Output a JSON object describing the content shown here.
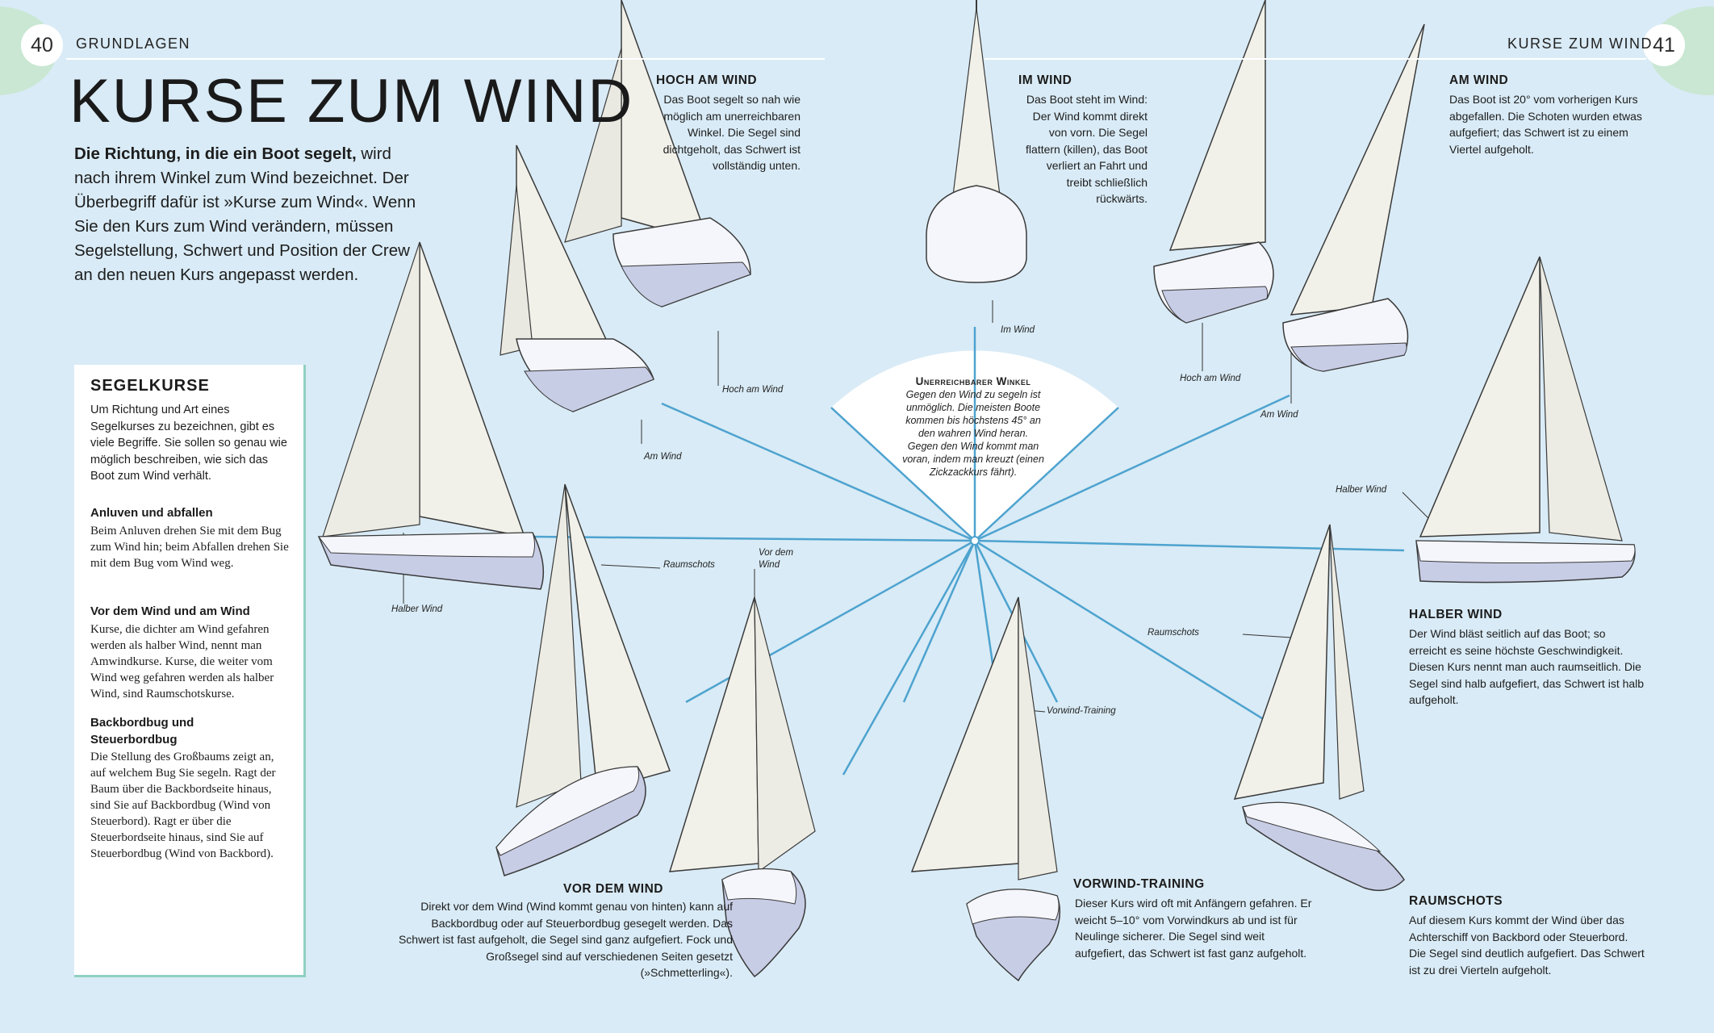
{
  "page": {
    "left_number": "40",
    "right_number": "41",
    "left_running_head": "GRUNDLAGEN",
    "right_running_head": "KURSE ZUM WIND",
    "title": "KURSE ZUM WIND",
    "intro_bold": "Die Richtung, in die ein Boot segelt,",
    "intro_rest": " wird nach ihrem Winkel zum Wind bezeichnet. Der Überbegriff dafür ist »Kurse zum Wind«. Wenn Sie den Kurs zum Wind verändern, müssen Segelstellung, Schwert und Position der Crew an den neuen Kurs angepasst werden."
  },
  "sidebar": {
    "heading": "SEGELKURSE",
    "intro": "Um Richtung und Art eines Segelkurses zu bezeichnen, gibt es viele Begriffe. Sie sollen so genau wie möglich beschreiben, wie sich das Boot zum Wind verhält.",
    "sections": [
      {
        "title": "Anluven und abfallen",
        "text": "Beim Anluven drehen Sie mit dem Bug zum Wind hin; beim Abfallen drehen Sie mit dem Bug vom Wind weg."
      },
      {
        "title": "Vor dem Wind und am Wind",
        "text": "Kurse, die dichter am Wind gefahren werden als halber Wind, nennt man Amwindkurse. Kurse, die weiter vom Wind weg gefahren werden als halber Wind, sind Raumschotskurse."
      },
      {
        "title": "Backbordbug und Steuerbordbug",
        "text": "Die Stellung des Großbaums zeigt an, auf welchem Bug Sie segeln. Ragt der Baum über die Backbordseite hinaus, sind Sie auf Backbordbug (Wind von Steuerbord). Ragt er über die Steuerbordseite hinaus, sind Sie auf Steuerbordbug (Wind von Backbord)."
      }
    ]
  },
  "center": {
    "heading": "Unerreichbarer Winkel",
    "text": "Gegen den Wind zu segeln ist unmöglich. Die meisten Boote kommen bis höchstens 45° an den wahren Wind heran. Gegen den Wind kommt man voran, indem man kreuzt (einen Zickzackkurs fährt)."
  },
  "captions": {
    "hoch_am_wind": {
      "head": "HOCH AM WIND",
      "text": "Das Boot segelt so nah wie möglich am unerreichbaren Winkel. Die Segel sind dichtgeholt, das Schwert ist vollständig unten."
    },
    "im_wind": {
      "head": "IM WIND",
      "text": "Das Boot steht im Wind: Der Wind kommt direkt von vorn. Die Segel flattern (killen), das Boot verliert an Fahrt und treibt schließlich rückwärts."
    },
    "am_wind": {
      "head": "AM WIND",
      "text": "Das Boot ist 20° vom vorherigen Kurs abgefallen. Die Schoten wurden etwas aufgefiert; das Schwert ist zu einem Viertel aufgeholt."
    },
    "halber_wind": {
      "head": "HALBER WIND",
      "text": "Der Wind bläst seitlich auf das Boot; so erreicht es seine höchste Geschwindigkeit. Diesen Kurs nennt man auch raumseitlich. Die Segel sind halb aufgefiert, das Schwert ist halb aufgeholt."
    },
    "raumschots": {
      "head": "RAUMSCHOTS",
      "text": "Auf diesem Kurs kommt der Wind über das Achterschiff von Backbord oder Steuerbord. Die Segel sind deutlich aufgefiert. Das Schwert ist zu drei Vierteln aufgeholt."
    },
    "vorwind_training": {
      "head": "VORWIND-TRAINING",
      "text": "Dieser Kurs wird oft mit Anfängern gefahren. Er weicht 5–10° vom Vorwindkurs ab und ist für Neulinge sicherer. Die Segel sind weit aufgefiert, das Schwert ist fast ganz aufgeholt."
    },
    "vor_dem_wind": {
      "head": "VOR DEM WIND",
      "text": "Direkt vor dem Wind (Wind kommt genau von hinten) kann auf Backbordbug oder auf Steuerbordbug gesegelt werden. Das Schwert ist fast aufgeholt, die Segel sind ganz aufgefiert. Fock und Großsegel sind auf verschiedenen Seiten gesetzt (»Schmetterling«)."
    }
  },
  "labels": {
    "hoch_am_wind_left": "Hoch am Wind",
    "am_wind_left": "Am Wind",
    "im_wind": "Im Wind",
    "hoch_am_wind_right": "Hoch am Wind",
    "am_wind_right": "Am Wind",
    "halber_wind_left": "Halber Wind",
    "halber_wind_right": "Halber Wind",
    "raumschots_left": "Raumschots",
    "raumschots_right": "Raumschots",
    "vor_dem_wind": "Vor dem Wind",
    "vorwind_training": "Vorwind-Training"
  },
  "colors": {
    "background": "#d9ebf6",
    "page_corner": "#c9e7d2",
    "sidebar_border": "#8fd0c1",
    "hull": "#c8cde6",
    "sail": "#f1f1ea"
  }
}
